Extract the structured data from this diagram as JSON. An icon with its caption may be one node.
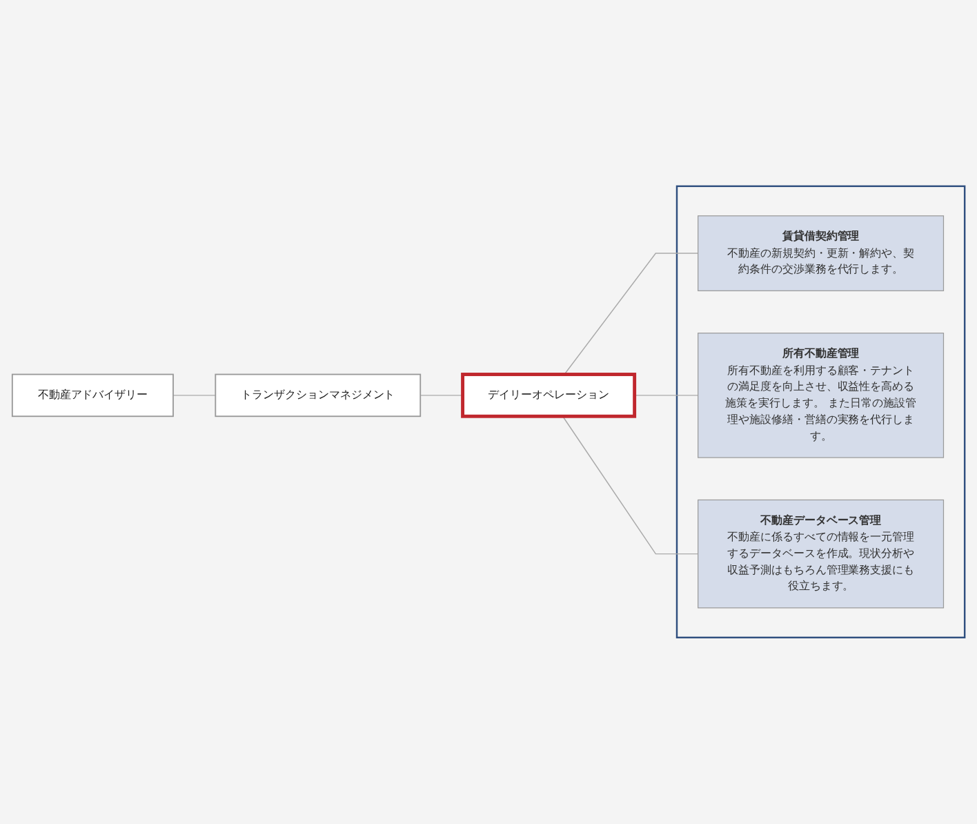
{
  "diagram": {
    "nodes": [
      {
        "text": [
          "不動産アドバイザリー"
        ]
      },
      {
        "text": [
          "トランザクションマネジメント"
        ]
      },
      {
        "text": [
          "デイリーオペレーション"
        ]
      },
      {
        "text": [],
        "shape": "box"
      },
      {
        "text": [
          "賃貸借契約管理",
          "不動産の新規契約・更新・解約や、契約条件の交渉業務を代行します。"
        ],
        "in": 3
      },
      {
        "text": [
          "所有不動産管理",
          "所有不動産を利用する顧客・テナントの満足度を向上させ、収益性を高める施策を実行します。 また日常の施設管理や施設修繕・営繕の実務を代行します。"
        ],
        "in": 3
      },
      {
        "text": [
          "不動産データベース管理",
          "不動産に係るすべての情報を一元管理するデータベースを作成。現状分析や収益予測はもちろん管理業務支援にも役立ちます。"
        ],
        "in": 3
      }
    ],
    "edges": [
      {
        "from": 0,
        "to": 1,
        "arrow": "none"
      },
      {
        "from": 1,
        "to": 2,
        "arrow": "none"
      },
      {
        "from": 2,
        "to": 4,
        "arrow": "none"
      },
      {
        "from": 2,
        "to": 5,
        "arrow": "none"
      },
      {
        "from": 2,
        "to": 6,
        "arrow": "none"
      }
    ]
  }
}
